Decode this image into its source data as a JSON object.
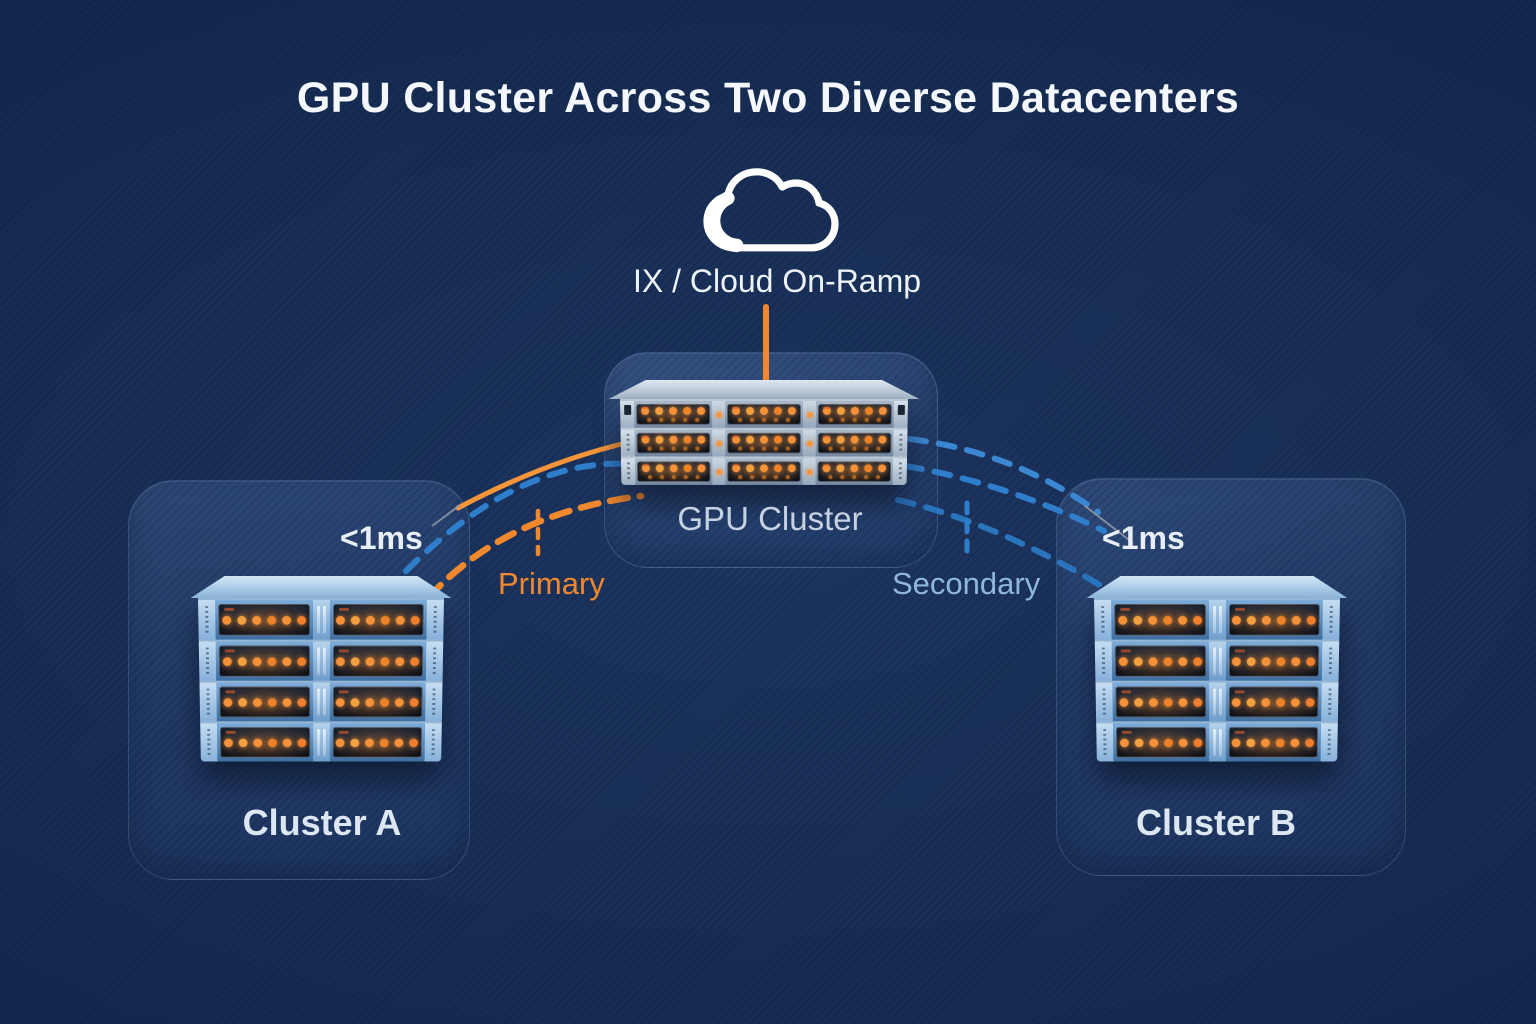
{
  "title": "GPU Cluster Across Two Diverse Datacenters",
  "cloud": {
    "icon": "cloud-icon",
    "label": "IX / Cloud On-Ramp"
  },
  "nodes": {
    "gpu_cluster": {
      "label": "GPU Cluster"
    },
    "cluster_a": {
      "label": "Cluster A",
      "latency": "<1ms"
    },
    "cluster_b": {
      "label": "Cluster B",
      "latency": "<1ms"
    }
  },
  "links": {
    "uplink": {
      "from": "IX / Cloud On-Ramp",
      "to": "GPU Cluster",
      "style": "solid",
      "color": "#f0882e"
    },
    "primary": {
      "label": "Primary",
      "from": "Cluster A",
      "to": "GPU Cluster",
      "style": "dashed",
      "color": "#f0882e"
    },
    "secondary": {
      "label": "Secondary",
      "from": "GPU Cluster",
      "to": "Cluster B",
      "style": "dashed",
      "color": "#2f7ecb"
    }
  },
  "colors": {
    "background": "#16294e",
    "panel_tint": "#3e6098",
    "title_text": "#f4f7fb",
    "primary_orange": "#f0882e",
    "secondary_blue": "#2f7ecb",
    "secondary_label_text": "#8fb6dd",
    "node_label_text": "#dde7f3",
    "rack_chassis_blue": "#86b1da",
    "rack_chassis_silver": "#aebfd2",
    "led_orange": "#f59239"
  },
  "illustration": {
    "gpu_rack": {
      "chassis": "silver",
      "rows": 3,
      "columns": 3,
      "dots_per_module": 5,
      "small_dots": 5
    },
    "cluster_rack_a": {
      "chassis": "blue",
      "rows": 4,
      "columns": 2,
      "dots_per_module": 6,
      "small_dots": 0
    },
    "cluster_rack_b": {
      "chassis": "blue",
      "rows": 4,
      "columns": 2,
      "dots_per_module": 6,
      "small_dots": 0
    }
  }
}
